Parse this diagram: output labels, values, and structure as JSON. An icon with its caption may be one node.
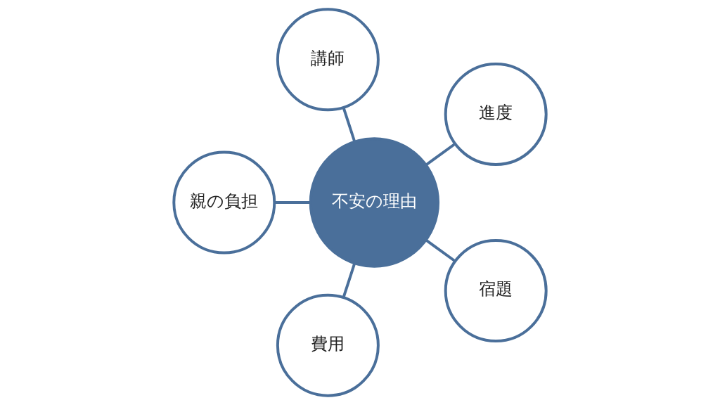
{
  "diagram": {
    "nodes": [
      {
        "text": [
          "不安の理由"
        ]
      },
      {
        "text": [
          "進度"
        ]
      },
      {
        "text": [
          "講師"
        ]
      },
      {
        "text": [
          "親の負担"
        ]
      },
      {
        "text": [
          "費用"
        ]
      },
      {
        "text": [
          "宿題"
        ]
      }
    ],
    "edges": [
      {
        "from": 0,
        "to": 1,
        "arrow": "none"
      },
      {
        "from": 0,
        "to": 2,
        "arrow": "none"
      },
      {
        "from": 0,
        "to": 3,
        "arrow": "none"
      },
      {
        "from": 0,
        "to": 4,
        "arrow": "none"
      },
      {
        "from": 0,
        "to": 5,
        "arrow": "none"
      }
    ]
  }
}
